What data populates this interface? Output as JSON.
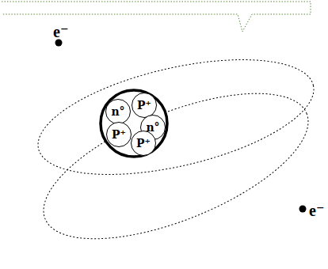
{
  "diagram": {
    "nodes": [
      {
        "text": [
          "n°"
        ]
      },
      {
        "text": [
          "P⁺"
        ]
      },
      {
        "text": [
          "n°"
        ]
      },
      {
        "text": [
          "P⁺"
        ]
      },
      {
        "text": [
          "P⁺"
        ]
      }
    ],
    "labels": [
      "e⁻",
      "e⁻"
    ]
  }
}
